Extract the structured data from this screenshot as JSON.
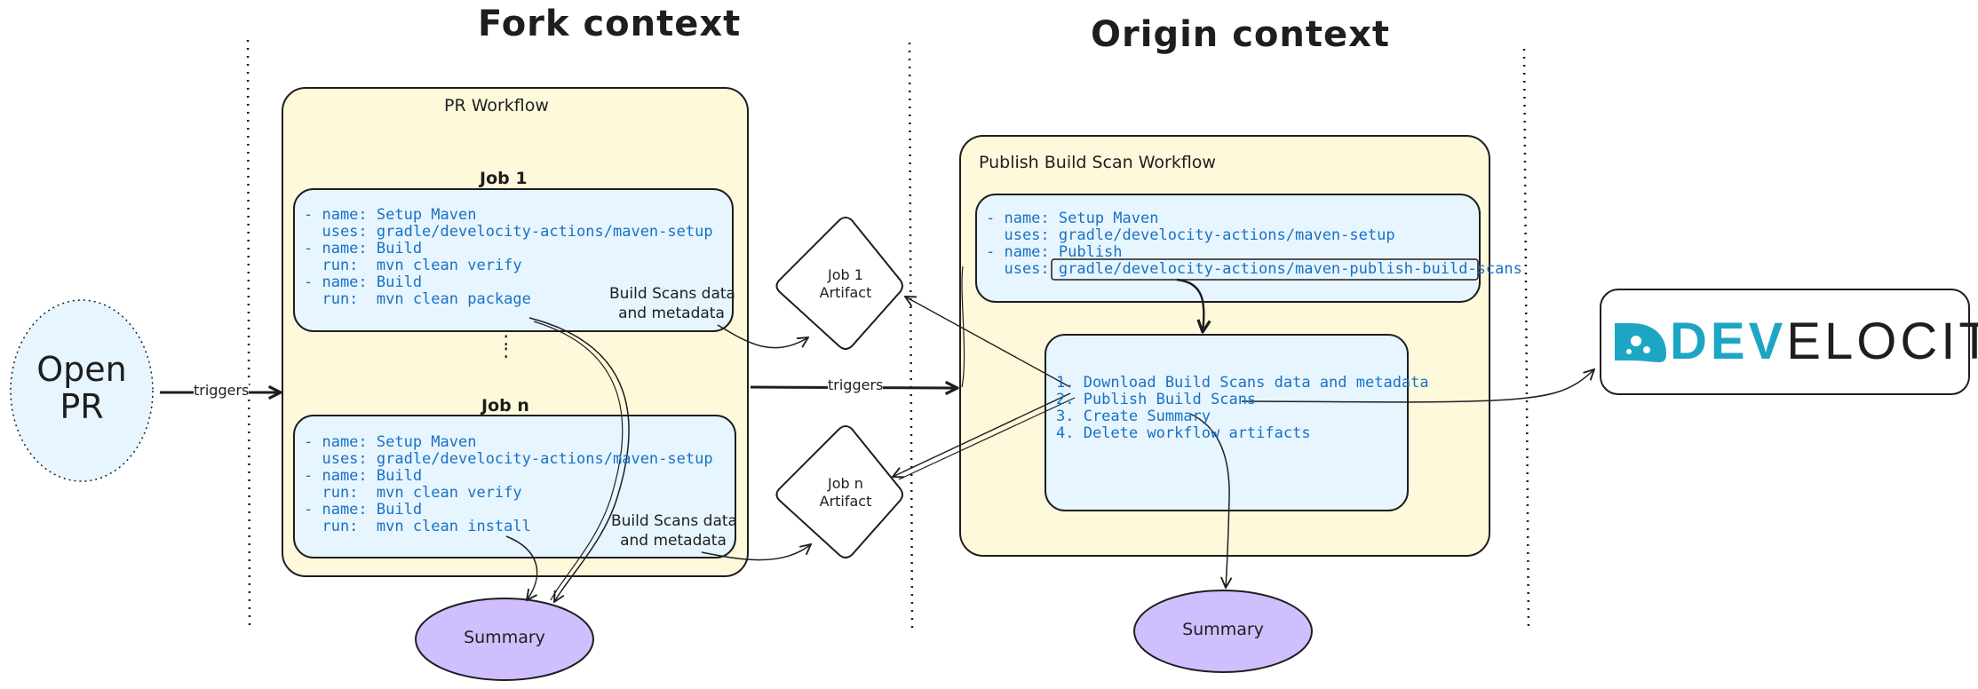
{
  "titles": {
    "fork": "Fork context",
    "origin": "Origin context"
  },
  "open_pr": {
    "line1": "Open",
    "line2": "PR"
  },
  "edges": {
    "triggers_1": "triggers",
    "triggers_2": "triggers",
    "scan_data_1_line1": "Build Scans data",
    "scan_data_1_line2": "and metadata",
    "scan_data_n_line1": "Build Scans data",
    "scan_data_n_line2": "and metadata"
  },
  "pr_workflow": {
    "title": "PR Workflow",
    "job1": {
      "title": "Job 1",
      "lines": [
        "- name: Setup Maven",
        "  uses: gradle/develocity-actions/maven-setup",
        "- name: Build",
        "  run:  mvn clean verify",
        "- name: Build",
        "  run:  mvn clean package"
      ]
    },
    "ellipsis": ":",
    "jobn": {
      "title": "Job n",
      "lines": [
        "- name: Setup Maven",
        "  uses: gradle/develocity-actions/maven-setup",
        "- name: Build",
        "  run:  mvn clean verify",
        "- name: Build",
        "  run:  mvn clean install"
      ]
    },
    "summary": "Summary"
  },
  "artifacts": {
    "job1_line1": "Job 1",
    "job1_line2": "Artifact",
    "jobn_line1": "Job n",
    "jobn_line2": "Artifact"
  },
  "publish_workflow": {
    "title": "Publish Build Scan Workflow",
    "setup_lines": [
      "- name: Setup Maven",
      "  uses: gradle/develocity-actions/maven-setup",
      "- name: Publish",
      "  uses: gradle/develocity-actions/maven-publish-build-scans"
    ],
    "steps": [
      "1. Download Build Scans data and metadata",
      "2. Publish Build Scans",
      "3. Create Summary",
      "4. Delete workflow artifacts"
    ],
    "summary": "Summary"
  },
  "logo": {
    "accent": "DEV",
    "rest": "ELOCITY"
  },
  "colors": {
    "workflow_fill": "#fff9db",
    "job_fill": "#e7f5ff",
    "summary_fill": "#d0bfff",
    "code_text": "#1971c2",
    "stroke": "#1e1e1e"
  }
}
